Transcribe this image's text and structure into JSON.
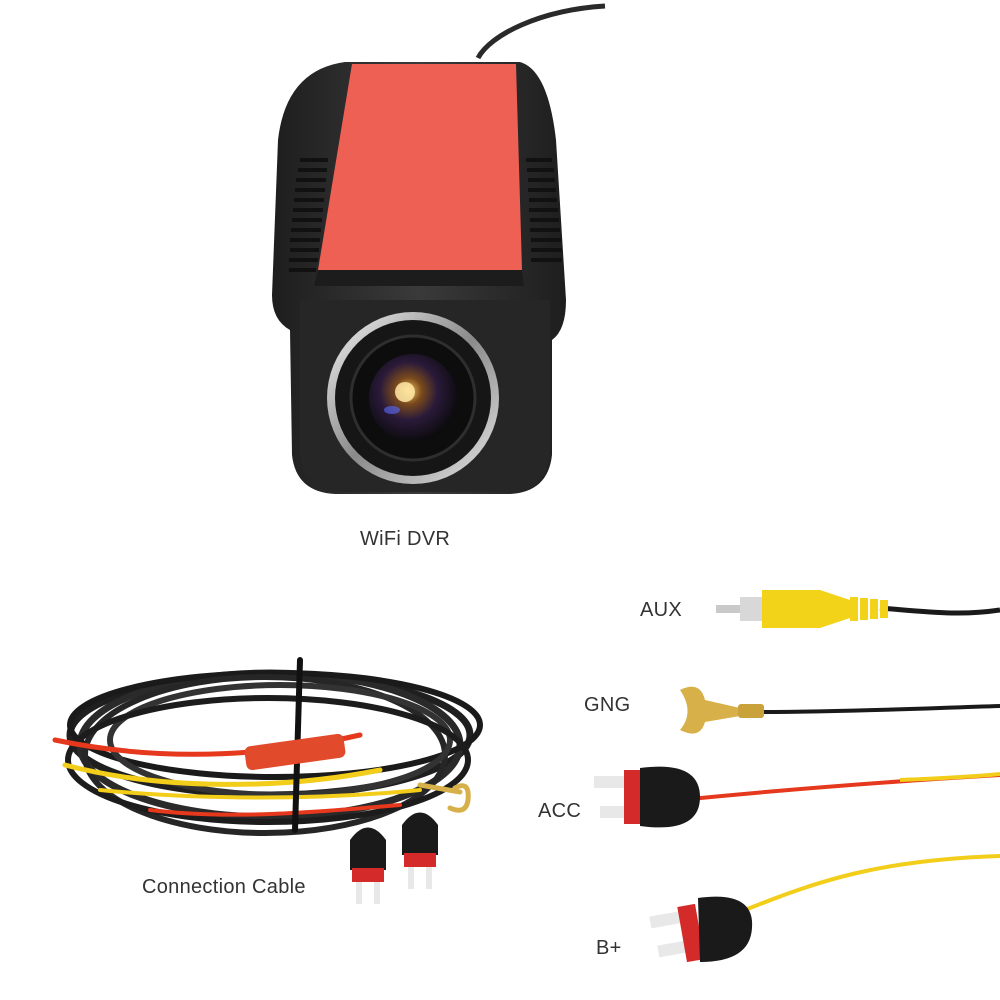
{
  "product": {
    "dvr_label": "WiFi DVR",
    "cable_label": "Connection Cable"
  },
  "wires": {
    "aux_label": "AUX",
    "gng_label": "GNG",
    "acc_label": "ACC",
    "bplus_label": "B+"
  },
  "colors": {
    "background": "#ffffff",
    "adhesive_pad": "#ef6054",
    "camera_body": "#2b2b2b",
    "rca_yellow": "#f3d21a",
    "wire_red": "#e5381c",
    "wire_yellow": "#f2cd1a",
    "fuse_black": "#1a1a1a",
    "fuse_red": "#d42a2a",
    "terminal_gold": "#d8b04a"
  }
}
